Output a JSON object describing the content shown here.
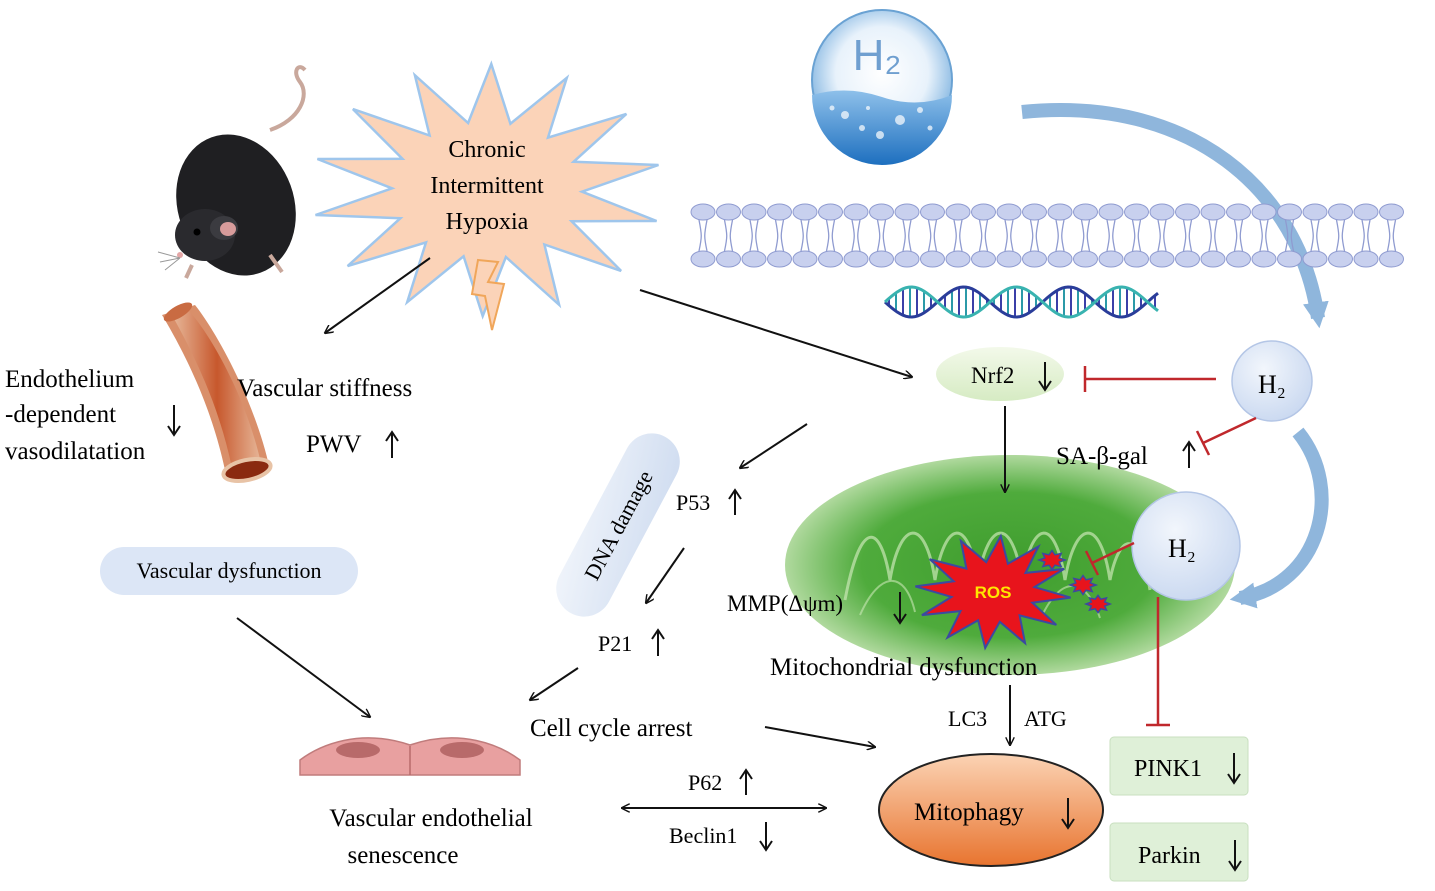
{
  "labels": {
    "cih_line1": "Chronic",
    "cih_line2": "Intermittent",
    "cih_line3": "Hypoxia",
    "h2_sphere": "H₂",
    "h2_a": "H₂",
    "h2_b": "H₂",
    "nrf2": "Nrf2",
    "sa_beta_gal": "SA-β-gal",
    "endo_line1": "Endothelium",
    "endo_line2": "-dependent",
    "endo_line3": "vasodilatation",
    "vascular_stiffness": "Vascular stiffness",
    "pwv": "PWV",
    "vascular_dysfunction": "Vascular dysfunction",
    "dna_damage": "DNA damage",
    "p53": "P53",
    "p21": "P21",
    "mmp": "MMP(Δψm)",
    "ros": "ROS",
    "mito_dysfunction": "Mitochondrial dysfunction",
    "lc3": "LC3",
    "atg": "ATG",
    "cell_cycle_arrest": "Cell cycle arrest",
    "p62": "P62",
    "beclin1": "Beclin1",
    "mitophagy": "Mitophagy",
    "pink1": "PINK1",
    "parkin": "Parkin",
    "ves_line1": "Vascular endothelial",
    "ves_line2": "senescence"
  },
  "colors": {
    "arrow_black": "#111111",
    "inhibit_red": "#c0282c",
    "blue_arrow": "#8fb6dc",
    "bubble_blue": "#dce6f6",
    "ros_red": "#e8141c",
    "ros_text": "#ffe600",
    "mitophagy_orange": "#f08a4b",
    "pill_green": "#dff0d8",
    "starburst": "#fbd3b8",
    "membrane": "#c8d0ee"
  }
}
